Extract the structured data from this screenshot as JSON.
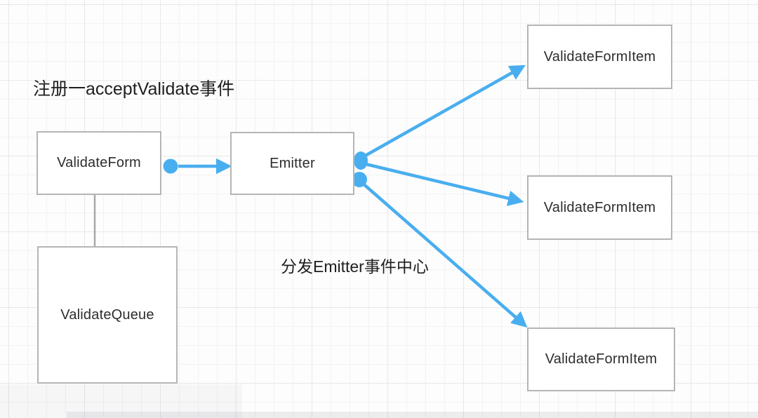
{
  "annotations": {
    "register_note": "注册一acceptValidate事件",
    "dispatch_note": "分发Emitter事件中心"
  },
  "nodes": {
    "validate_form": {
      "label": "ValidateForm"
    },
    "emitter": {
      "label": "Emitter"
    },
    "validate_queue": {
      "label": "ValidateQueue"
    },
    "form_item_top": {
      "label": "ValidateFormItem"
    },
    "form_item_middle": {
      "label": "ValidateFormItem"
    },
    "form_item_bottom": {
      "label": "ValidateFormItem"
    }
  },
  "edges": [
    {
      "from": "validate_form",
      "to": "emitter",
      "style": "blue-arrow",
      "has_source_dot": true
    },
    {
      "from": "validate_form",
      "to": "validate_queue",
      "style": "gray-line",
      "has_source_dot": false
    },
    {
      "from": "emitter",
      "to": "form_item_top",
      "style": "blue-arrow",
      "has_source_dot": true
    },
    {
      "from": "emitter",
      "to": "form_item_middle",
      "style": "blue-arrow",
      "has_source_dot": true
    },
    {
      "from": "emitter",
      "to": "form_item_bottom",
      "style": "blue-arrow",
      "has_source_dot": true
    }
  ],
  "colors": {
    "accent_blue": "#49aeef",
    "connector_gray": "#a8a8a8",
    "node_border": "#b5b5b5"
  }
}
